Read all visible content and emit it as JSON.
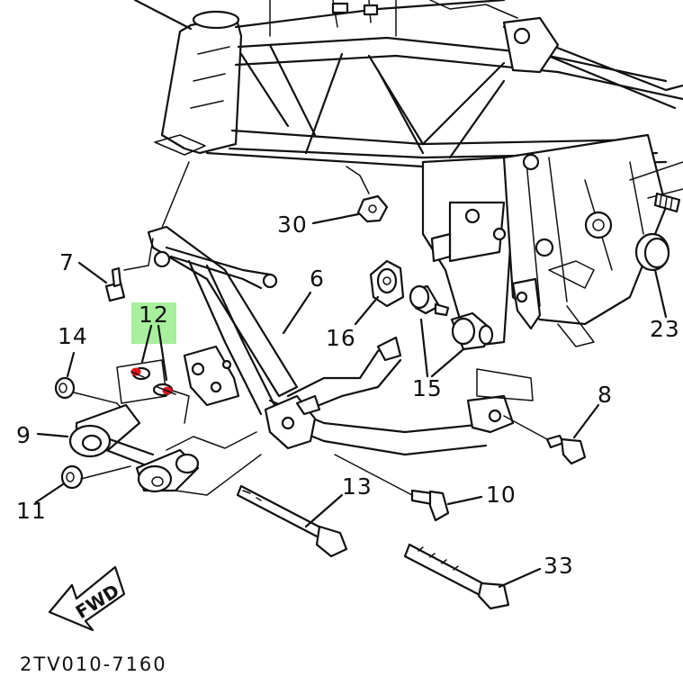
{
  "diagram_code": "2TV010-7160",
  "fwd_label": "FWD",
  "highlight_color": "#a8ef9e",
  "marker_color": "#e0141e",
  "parts": [
    {
      "id": "p7",
      "label": "7"
    },
    {
      "id": "p12",
      "label": "12"
    },
    {
      "id": "p14",
      "label": "14"
    },
    {
      "id": "p9",
      "label": "9"
    },
    {
      "id": "p11",
      "label": "11"
    },
    {
      "id": "p30",
      "label": "30"
    },
    {
      "id": "p6",
      "label": "6"
    },
    {
      "id": "p16",
      "label": "16"
    },
    {
      "id": "p15",
      "label": "15"
    },
    {
      "id": "p23",
      "label": "23"
    },
    {
      "id": "p8",
      "label": "8"
    },
    {
      "id": "p13",
      "label": "13"
    },
    {
      "id": "p10",
      "label": "10"
    },
    {
      "id": "p33",
      "label": "33"
    }
  ]
}
